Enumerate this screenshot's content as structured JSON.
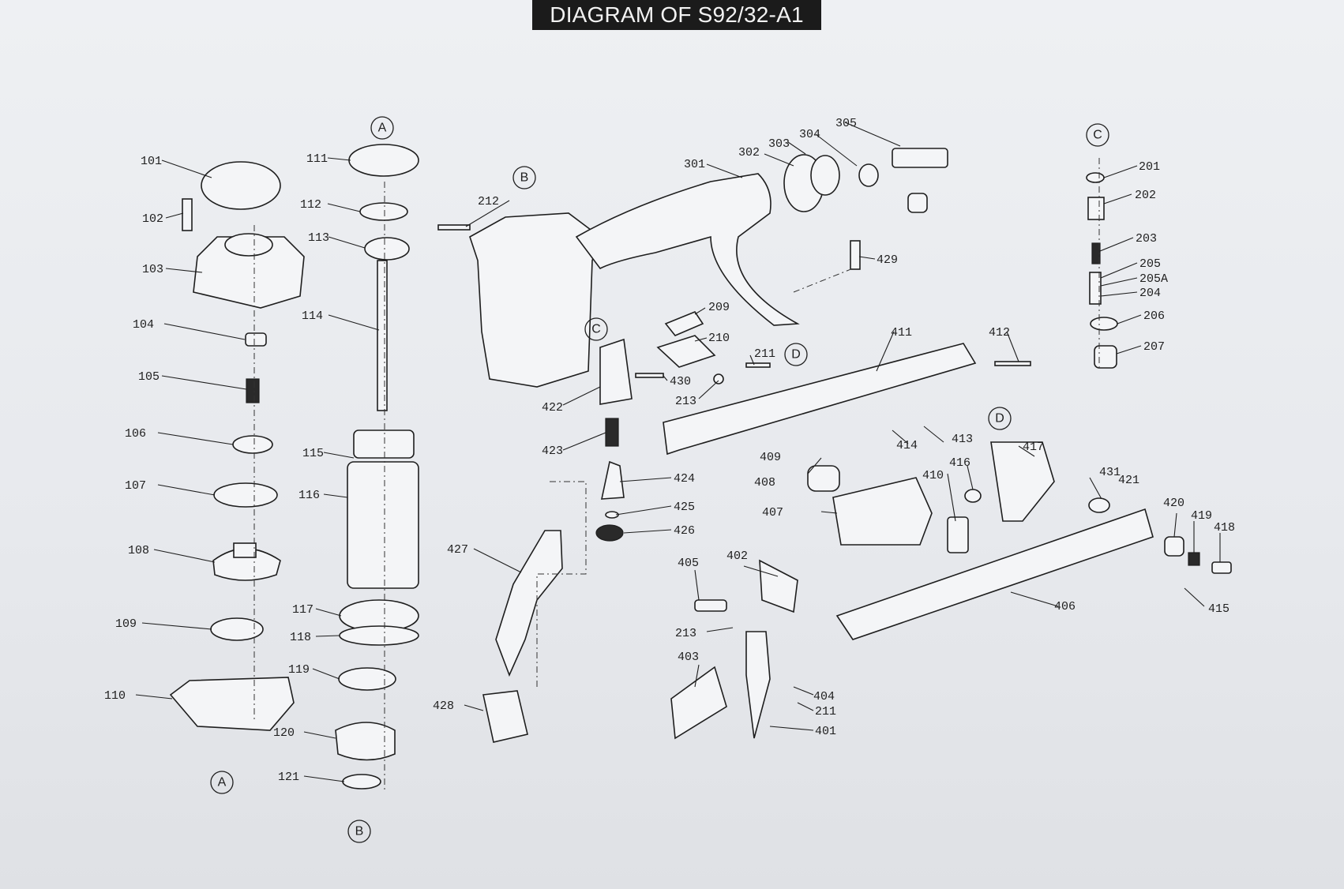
{
  "title": "DIAGRAM OF S92/32-A1",
  "callouts": [
    "101",
    "102",
    "103",
    "104",
    "105",
    "106",
    "107",
    "108",
    "109",
    "110",
    "111",
    "112",
    "113",
    "114",
    "115",
    "116",
    "117",
    "118",
    "119",
    "120",
    "121",
    "201",
    "202",
    "203",
    "204",
    "205",
    "205A",
    "206",
    "207",
    "209",
    "210",
    "211",
    "211",
    "212",
    "213",
    "213",
    "301",
    "302",
    "303",
    "304",
    "305",
    "401",
    "402",
    "403",
    "404",
    "405",
    "406",
    "407",
    "408",
    "409",
    "410",
    "411",
    "412",
    "413",
    "414",
    "415",
    "416",
    "417",
    "418",
    "419",
    "420",
    "421",
    "422",
    "423",
    "424",
    "425",
    "426",
    "427",
    "428",
    "429",
    "430",
    "431"
  ],
  "references": [
    "A",
    "A",
    "B",
    "B",
    "C",
    "C",
    "D",
    "D"
  ]
}
